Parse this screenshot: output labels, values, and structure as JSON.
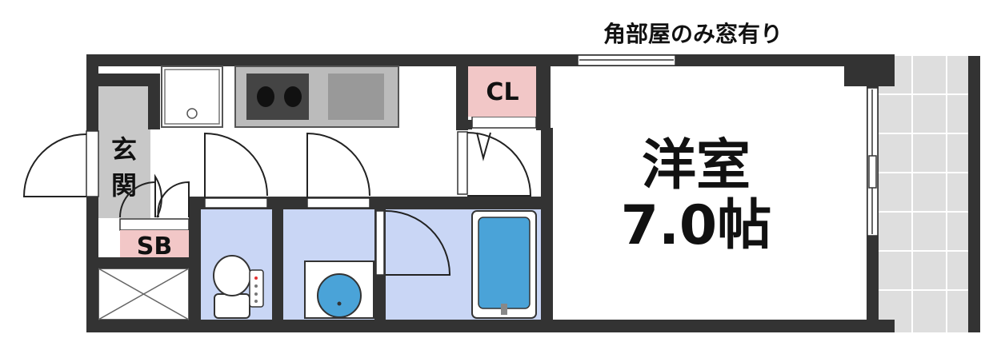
{
  "title_note": "角部屋のみ窓有り",
  "rooms": {
    "entrance": "玄関",
    "shoe_box": "SB",
    "closet": "CL",
    "western_room": {
      "name": "洋室",
      "size": "7.0帖"
    }
  },
  "colors": {
    "wall": "#333333",
    "wet_area": "#c9d6f5",
    "tag": "#f2c7c7",
    "floor_gray": "#c8c8c8",
    "kitchen": "#bbbbbb",
    "balcony": "#dedede",
    "tub_water": "#4aa3d8"
  }
}
